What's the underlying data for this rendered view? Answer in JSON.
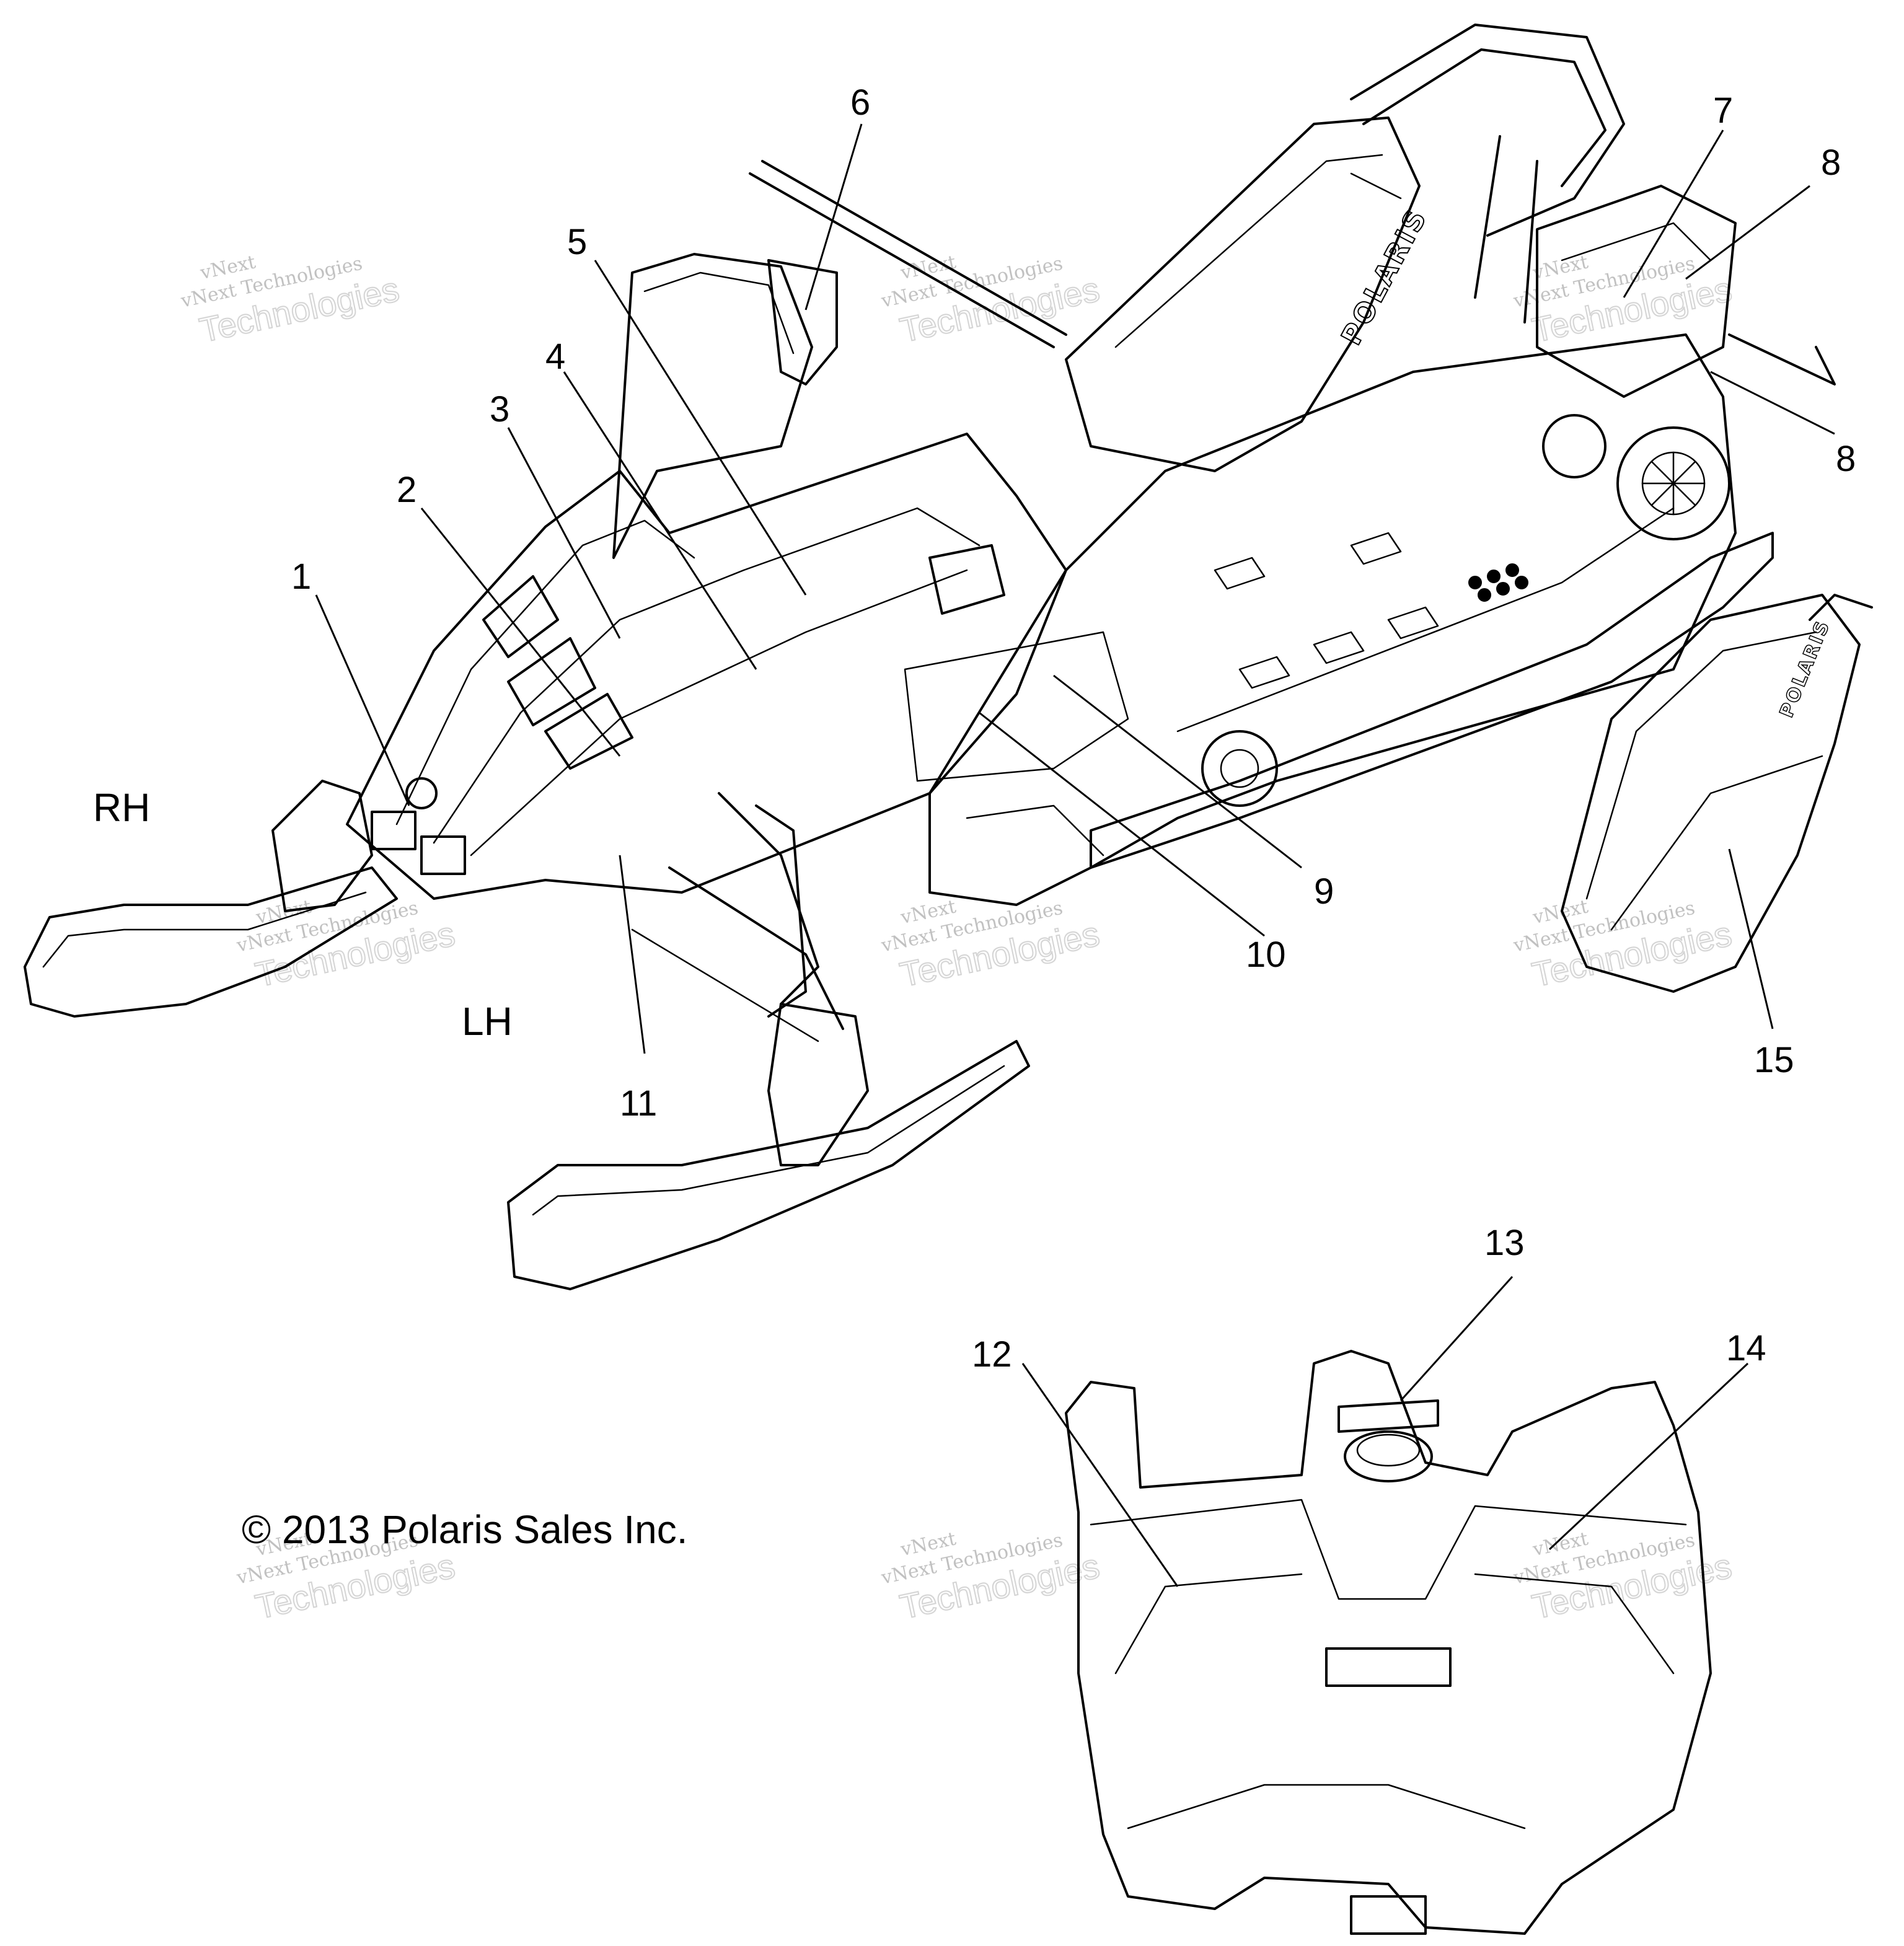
{
  "callouts": [
    {
      "num": "1",
      "label_xy_key": "c1"
    },
    {
      "num": "2",
      "label_xy_key": "c2"
    },
    {
      "num": "3",
      "label_xy_key": "c3"
    },
    {
      "num": "4",
      "label_xy_key": "c4"
    },
    {
      "num": "5",
      "label_xy_key": "c5"
    },
    {
      "num": "6",
      "label_xy_key": "c6"
    },
    {
      "num": "7",
      "label_xy_key": "c7"
    },
    {
      "num": "8",
      "label_xy_key": "c8a"
    },
    {
      "num": "8",
      "label_xy_key": "c8b"
    },
    {
      "num": "9",
      "label_xy_key": "c9"
    },
    {
      "num": "10",
      "label_xy_key": "c10"
    },
    {
      "num": "11",
      "label_xy_key": "c11"
    },
    {
      "num": "12",
      "label_xy_key": "c12"
    },
    {
      "num": "13",
      "label_xy_key": "c13"
    },
    {
      "num": "14",
      "label_xy_key": "c14"
    },
    {
      "num": "15",
      "label_xy_key": "c15"
    }
  ],
  "side_labels": {
    "right": "RH",
    "left": "LH"
  },
  "copyright": "© 2013 Polaris Sales Inc.",
  "watermark": {
    "line1": "vNext",
    "line2": "vNext Technologies",
    "line3": "Technologies"
  },
  "brand_mark": "POLARIS",
  "colors": {
    "line": "#000000",
    "watermark": "#c0c0c0",
    "background": "#ffffff"
  }
}
